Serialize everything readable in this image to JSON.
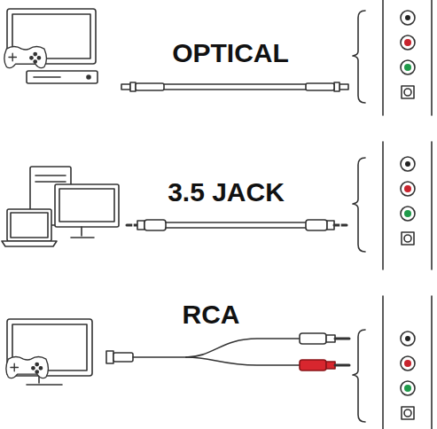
{
  "diagram": {
    "labels": [
      "OPTICAL",
      "3.5 JACK",
      "RCA"
    ]
  }
}
